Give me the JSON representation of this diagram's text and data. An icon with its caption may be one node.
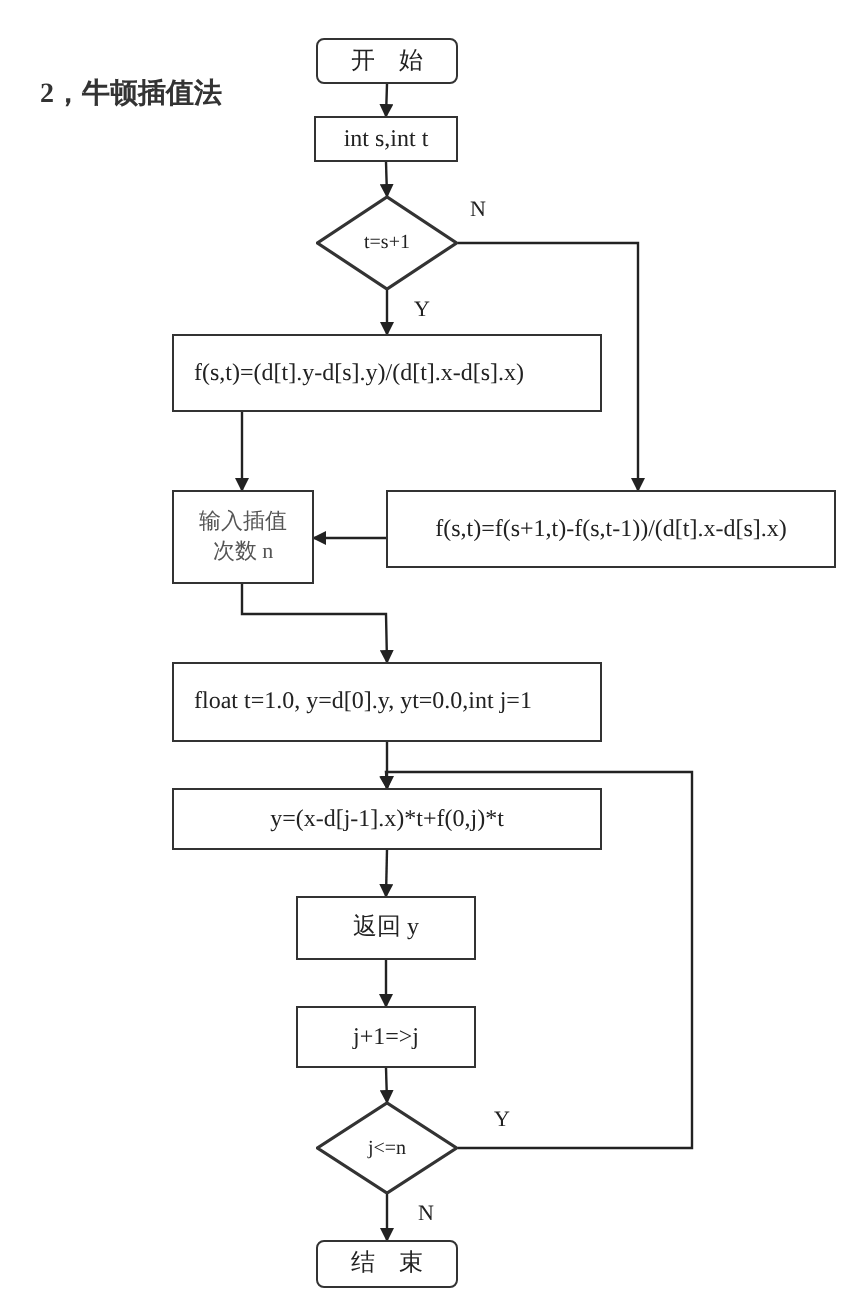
{
  "diagram": {
    "nodes": [
      {
        "text": [
          "开始"
        ]
      },
      {
        "text": [
          "int s,int t"
        ]
      },
      {
        "text": [
          "t=s+1"
        ]
      },
      {
        "text": [
          "f(s,t)=(d[t].y-d[s].y)/(d[t].x-d[s].x)"
        ]
      },
      {
        "text": [
          "输入插值次数 n"
        ]
      },
      {
        "text": [
          "f(s,t)=f(s+1,t)-f(s,t-1))/(d[t].x-d[s].x)"
        ]
      },
      {
        "text": [
          "float t=1.0, y=d[0].y, yt=0.0,int j=1"
        ]
      },
      {
        "text": [
          "y=(x-d[j-1].x)*t+f(0,j)*t"
        ]
      },
      {
        "text": [
          "返回 y"
        ]
      },
      {
        "text": [
          "j+1=>j"
        ]
      },
      {
        "text": [
          "j<=n"
        ]
      },
      {
        "text": [
          "结束"
        ]
      }
    ],
    "edges": [
      {
        "from": 0,
        "to": 1,
        "arrow": "to"
      },
      {
        "from": 1,
        "to": 2,
        "arrow": "to"
      },
      {
        "from": 2,
        "to": 3,
        "arrow": "to",
        "label": "Y"
      },
      {
        "from": 2,
        "to": 5,
        "arrow": "to",
        "label": "N"
      },
      {
        "from": 3,
        "to": 4,
        "arrow": "to"
      },
      {
        "from": 5,
        "to": 4,
        "arrow": "to"
      },
      {
        "from": 4,
        "to": 6,
        "arrow": "to"
      },
      {
        "from": 6,
        "to": 7,
        "arrow": "to"
      },
      {
        "from": 7,
        "to": 8,
        "arrow": "to"
      },
      {
        "from": 8,
        "to": 9,
        "arrow": "to"
      },
      {
        "from": 9,
        "to": 10,
        "arrow": "to"
      },
      {
        "from": 10,
        "to": 7,
        "arrow": "to",
        "label": "Y"
      },
      {
        "from": 10,
        "to": 11,
        "arrow": "to",
        "label": "N"
      }
    ],
    "labels": [
      "2，牛顿插值法"
    ]
  }
}
